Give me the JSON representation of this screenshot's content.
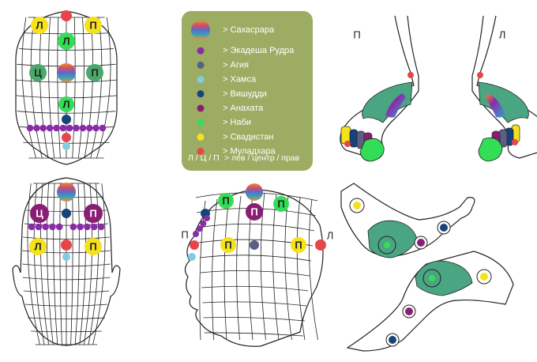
{
  "colors": {
    "sahasrara": [
      "#e8932c",
      "#5a6dc4",
      "#e24a7c",
      "#3d9fb8"
    ],
    "ekadesha_rudra": "#8a2ba8",
    "agia": "#5b5f86",
    "hamsa": "#7ecde2",
    "vishuddhi": "#18437a",
    "anahata": "#8a1e74",
    "nabi": "#33dd55",
    "svadistan": "#f5e21a",
    "muladhara": "#e6464a",
    "legend_bg": "#9cac62",
    "zone_green": "#4aa682"
  },
  "legend": {
    "items": [
      {
        "key": "sahasrara",
        "label": "> Сахасрара"
      },
      {
        "key": "ekadesha_rudra",
        "label": "> Экадеша Рудра"
      },
      {
        "key": "agia",
        "label": "> Агия"
      },
      {
        "key": "hamsa",
        "label": "> Хамса"
      },
      {
        "key": "vishuddhi",
        "label": "> Вишудди"
      },
      {
        "key": "anahata",
        "label": "> Анахата"
      },
      {
        "key": "nabi",
        "label": "> Наби"
      },
      {
        "key": "svadistan",
        "label": "> Свадистан"
      },
      {
        "key": "muladhara",
        "label": "> Муладхара"
      }
    ],
    "note_symbols": "Л / Ц / П",
    "note_text": "> лев / центр / прав"
  },
  "marks": {
    "L": "Л",
    "C": "Ц",
    "P": "П"
  },
  "feet": {
    "left_label": "П",
    "right_label": "Л"
  },
  "side_head": {
    "front_label": "П",
    "back_label": "Л"
  }
}
